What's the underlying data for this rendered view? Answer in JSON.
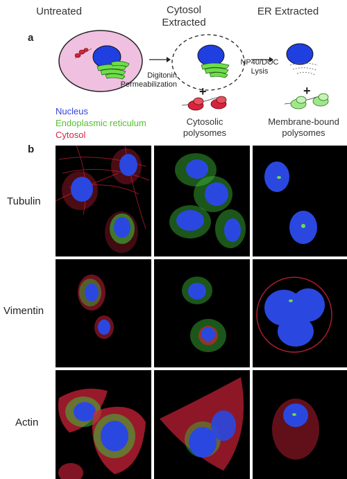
{
  "column_headers": {
    "untreated": "Untreated",
    "cytosol_extracted": "Cytosol\nExtracted",
    "er_extracted": "ER Extracted"
  },
  "panel_a": {
    "letter": "a",
    "step1_label": "Digitonin\nPermeabilization",
    "step2_label": "NP40/DOC\nLysis",
    "plus": "+",
    "cytosolic_label": "Cytosolic\npolysomes",
    "membrane_label": "Membrane-bound\npolysomes",
    "legend": [
      {
        "label": "Nucleus",
        "color": "#3344dd"
      },
      {
        "label": "Endoplasmic reticulum",
        "color": "#55c030"
      },
      {
        "label": "Cytosol",
        "color": "#d8233a"
      }
    ]
  },
  "panel_b": {
    "letter": "b",
    "rows": [
      "Tubulin",
      "Vimentin",
      "Actin"
    ]
  },
  "colors": {
    "cell_pink": "#f0c0e0",
    "nucleus": "#1f3fe0",
    "er": "#6fdc4a",
    "cytosol": "#d8233a"
  }
}
